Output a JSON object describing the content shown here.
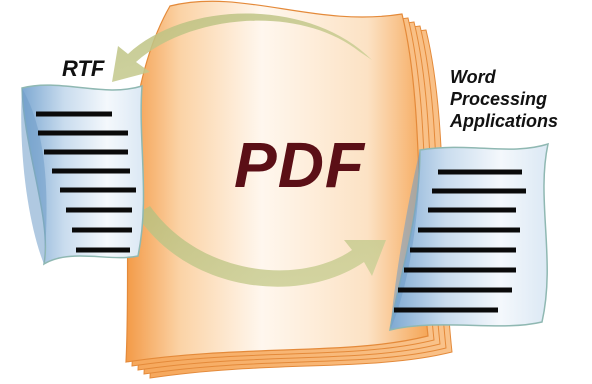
{
  "labels": {
    "rtf": "RTF",
    "word_processing": [
      "Word",
      "Processing",
      "Applications"
    ],
    "pdf": "PDF"
  },
  "colors": {
    "pdf_text": "#5b0f16",
    "page_orange": "#f7b26e",
    "page_light": "#fff6ea",
    "doc_blue": "#9fc0de",
    "doc_light": "#eef5fb",
    "doc_border": "#8fb8b2",
    "arrow_green": "#c3c78a",
    "text_lines": "#0a0a0a"
  },
  "icons": [
    "document-stack-icon",
    "rtf-document-icon",
    "word-document-icon",
    "circular-arrow-icon"
  ]
}
